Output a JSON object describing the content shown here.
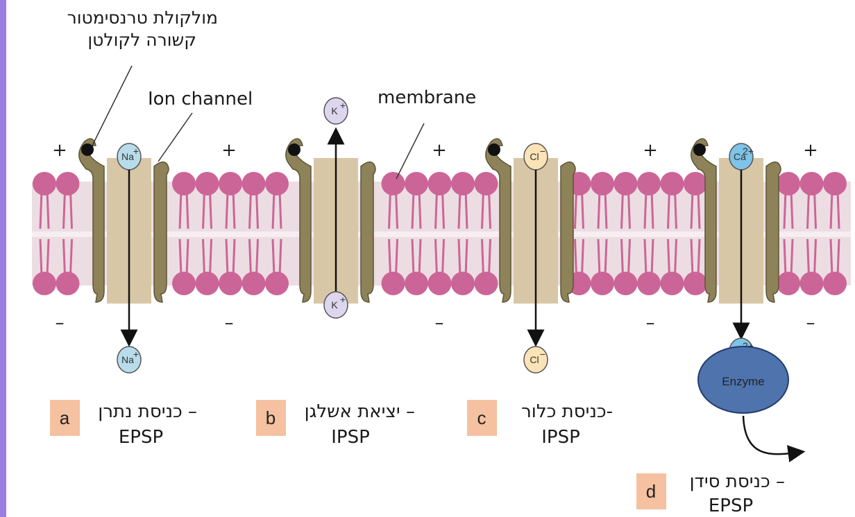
{
  "annotations": {
    "neurotransmitter_line1": "מולקולת טרנסימטור",
    "neurotransmitter_line2": "קשורה לקולטן",
    "ion_channel": "Ion channel",
    "membrane": "membrane"
  },
  "charges": {
    "plus": "+",
    "minus": "–"
  },
  "channels": [
    {
      "tag": "a",
      "title": "כניסת נתרן –",
      "effect": "EPSP",
      "ion": "Na",
      "ion_sup": "+",
      "ion_color": "#b8dcea"
    },
    {
      "tag": "b",
      "title": "יציאת אשלגן –",
      "effect": "IPSP",
      "ion": "K",
      "ion_sup": "+",
      "ion_color": "#ddd6ee"
    },
    {
      "tag": "c",
      "title": "כניסת כלור-",
      "effect": "IPSP",
      "ion": "Cl",
      "ion_sup": "−",
      "ion_color": "#fbe3b8"
    },
    {
      "tag": "d",
      "title": "כניסת סידן –",
      "effect": "EPSP",
      "ion": "Ca",
      "ion_sup": "2+",
      "ion_color": "#7ec3e8",
      "enzyme": "Enzyme"
    }
  ],
  "colors": {
    "accent_bar": "#9b7fe0",
    "lipid_head": "#cc6597",
    "channel_protein": "#8e8259",
    "channel_pore": "#d8c7a6",
    "tag_box": "#f5c1a0",
    "enzyme": "#4e73ad"
  }
}
